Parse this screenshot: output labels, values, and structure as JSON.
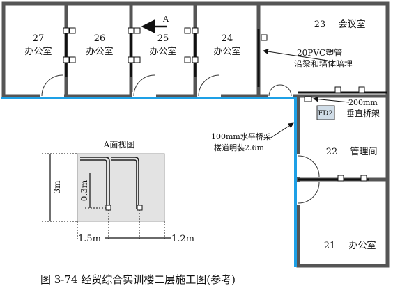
{
  "rooms": [
    {
      "id": "27",
      "number": "27",
      "name": "办公室"
    },
    {
      "id": "26",
      "number": "26",
      "name": "办公室"
    },
    {
      "id": "25",
      "number": "25",
      "name": "办公室"
    },
    {
      "id": "24",
      "number": "24",
      "name": "办公室"
    },
    {
      "id": "23",
      "number": "23",
      "name": "会议室"
    },
    {
      "id": "22",
      "number": "22",
      "name": "管理间"
    },
    {
      "id": "21",
      "number": "21",
      "name": "办公室"
    }
  ],
  "view_marker": "A",
  "annotations": {
    "pvc_line1": "20PVC塑管",
    "pvc_line2": "沿梁和墙体暗埋",
    "fd2": "FD2",
    "riser_line1": "200mm",
    "riser_line2": "垂直桥架",
    "tray_line1": "100mm水平桥架",
    "tray_line2": "楼道明装2.6m"
  },
  "elevation": {
    "title": "A面视图",
    "dim_height": "3m",
    "dim_outlet": "0.3m",
    "dim_left": "1.5m",
    "dim_right": "1.2m"
  },
  "caption": "图 3-74 经贸综合实训楼二层施工图(参考)",
  "colors": {
    "tray": "#1ea0e6",
    "wall": "#6e6e6e",
    "elev_bg": "#e3e3e3",
    "fd2_bg": "#d0dde8"
  }
}
